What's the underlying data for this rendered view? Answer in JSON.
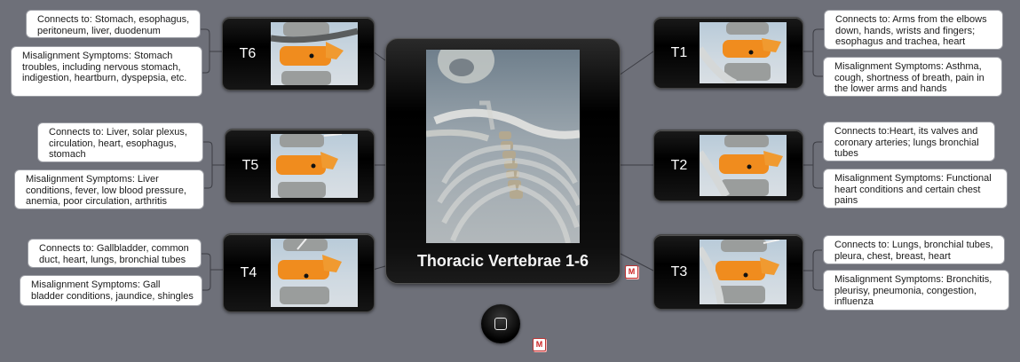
{
  "center": {
    "title": "Thoracic Vertebrae 1-6"
  },
  "nodes": {
    "t6": {
      "label": "T6",
      "connects": "Connects to: Stomach, esophagus, peritoneum, liver, duodenum",
      "symptoms": "Misalignment Symptoms: Stomach troubles, including nervous stomach, indigestion, heartburn, dyspepsia, etc."
    },
    "t5": {
      "label": "T5",
      "connects": "Connects to: Liver, solar plexus, circulation, heart, esophagus, stomach",
      "symptoms": "Misalignment Symptoms: Liver conditions, fever, low blood pressure, anemia, poor circulation, arthritis"
    },
    "t4": {
      "label": "T4",
      "connects": "Connects to: Gallbladder, common duct, heart, lungs, bronchial tubes",
      "symptoms": "Misalignment Symptoms: Gall bladder conditions, jaundice, shingles"
    },
    "t1": {
      "label": "T1",
      "connects": "Connects to: Arms from the elbows down, hands, wrists and fingers; esophagus and trachea, heart",
      "symptoms": "Misalignment Symptoms: Asthma, cough, shortness of breath, pain in the lower arms and hands"
    },
    "t2": {
      "label": "T2",
      "connects": "Connects to:Heart, its valves and coronary arteries; lungs bronchial tubes",
      "symptoms": "Misalignment Symptoms: Functional heart conditions and certain chest pains"
    },
    "t3": {
      "label": "T3",
      "connects": "Connects to: Lungs, bronchial tubes, pleura, chest, breast, heart",
      "symptoms": "Misalignment Symptoms: Bronchitis, pleurisy, pneumonia, congestion, influenza"
    }
  },
  "icons": {
    "map_marker": "M",
    "home_button": "home-button-icon"
  },
  "colors": {
    "background": "#6e7079",
    "node": "#000000",
    "highlight_vertebra": "#f08c1e",
    "note_bg": "#ffffff"
  }
}
